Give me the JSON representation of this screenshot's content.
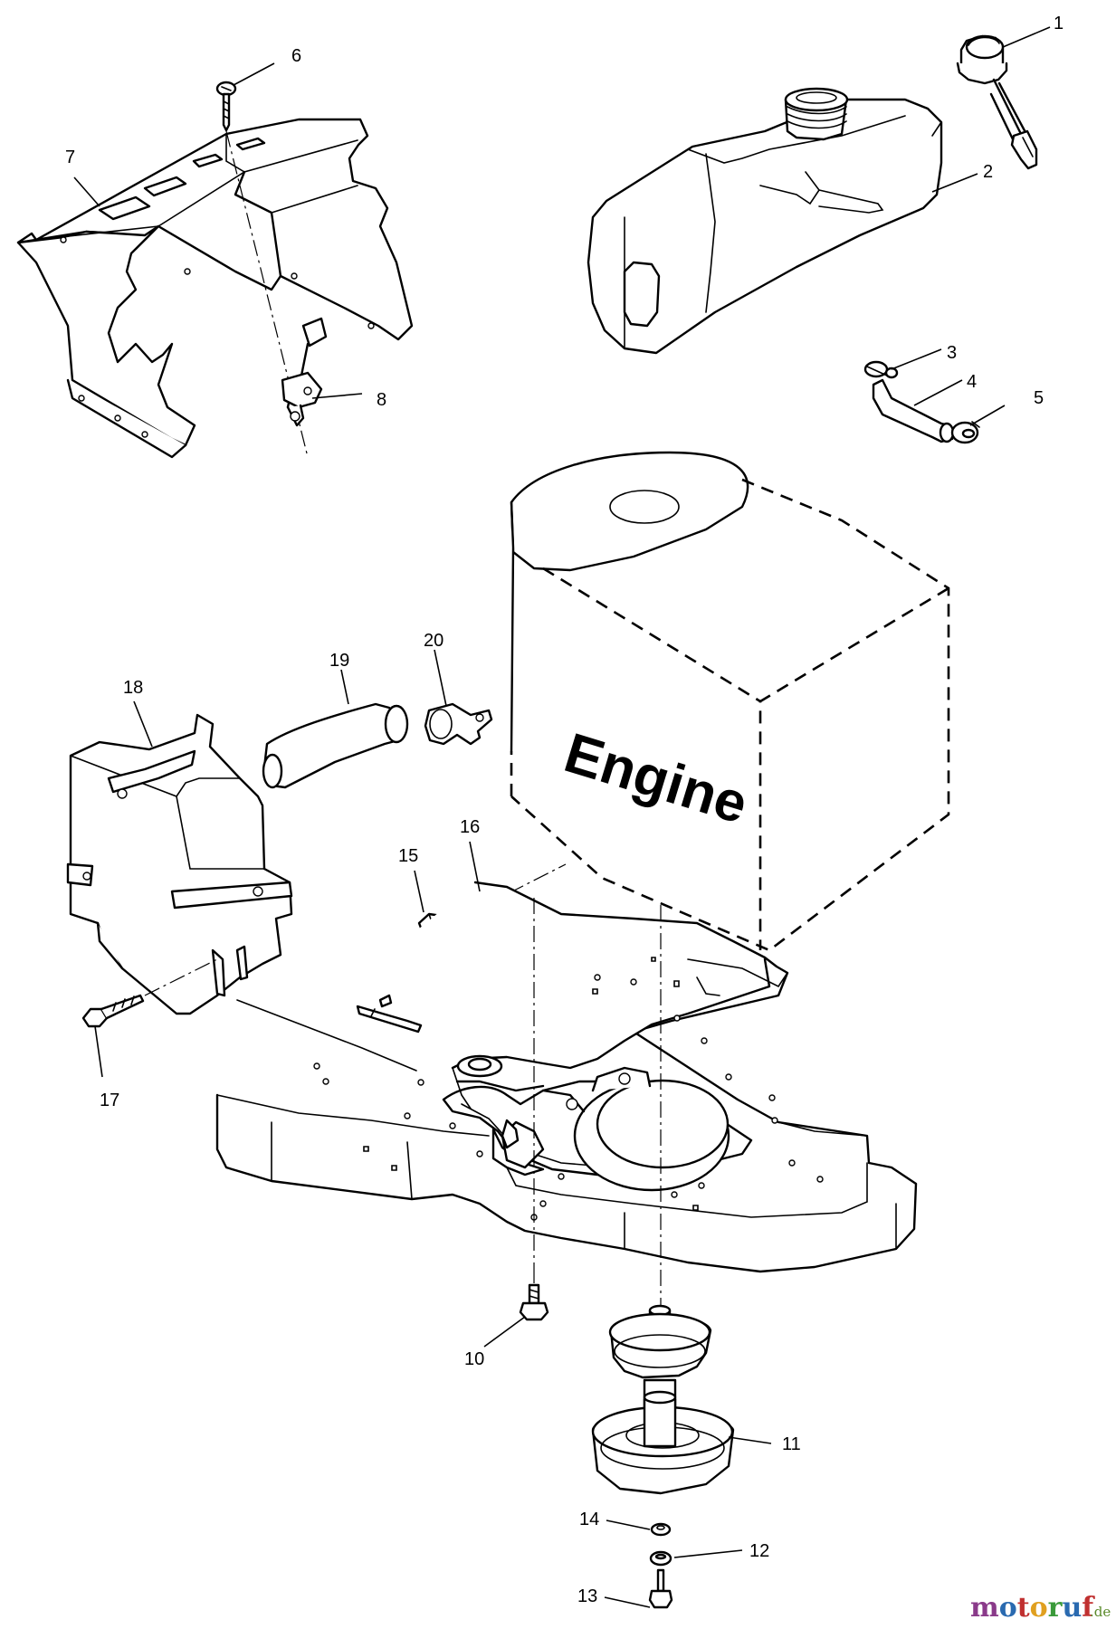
{
  "diagram": {
    "engine_label": "Engine",
    "callouts": [
      {
        "id": "1",
        "label": "1"
      },
      {
        "id": "2",
        "label": "2"
      },
      {
        "id": "3",
        "label": "3"
      },
      {
        "id": "4",
        "label": "4"
      },
      {
        "id": "5",
        "label": "5"
      },
      {
        "id": "6",
        "label": "6"
      },
      {
        "id": "7",
        "label": "7"
      },
      {
        "id": "8",
        "label": "8"
      },
      {
        "id": "10",
        "label": "10"
      },
      {
        "id": "11",
        "label": "11"
      },
      {
        "id": "12",
        "label": "12"
      },
      {
        "id": "13",
        "label": "13"
      },
      {
        "id": "14",
        "label": "14"
      },
      {
        "id": "15",
        "label": "15"
      },
      {
        "id": "16",
        "label": "16"
      },
      {
        "id": "17",
        "label": "17"
      },
      {
        "id": "18",
        "label": "18"
      },
      {
        "id": "19",
        "label": "19"
      },
      {
        "id": "20",
        "label": "20"
      }
    ]
  },
  "watermark": {
    "letters": [
      "m",
      "o",
      "t",
      "o",
      "r",
      "u",
      "f"
    ],
    "letter_colors": [
      "#8a3a8a",
      "#2a6ab0",
      "#c03030",
      "#e0a020",
      "#3a9a3a",
      "#2a6ab0",
      "#c03030"
    ],
    "suffix": ".de"
  }
}
